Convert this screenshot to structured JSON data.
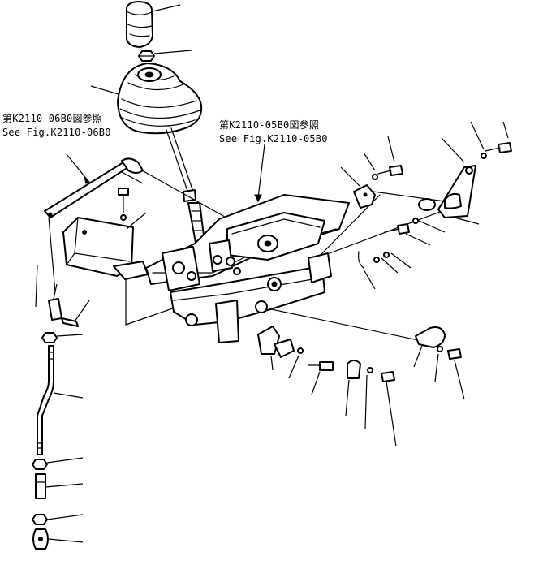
{
  "references": {
    "left": {
      "line1": "第K2110-06B0図参照",
      "line2": "See Fig.K2110-06B0"
    },
    "right": {
      "line1": "第K2110-05B0図参照",
      "line2": "See Fig.K2110-05B0"
    }
  },
  "icons": {
    "knob": "shift-knob-icon",
    "boot": "rubber-boot-icon",
    "box": "control-box-icon",
    "rod": "linkage-rod-icon"
  }
}
